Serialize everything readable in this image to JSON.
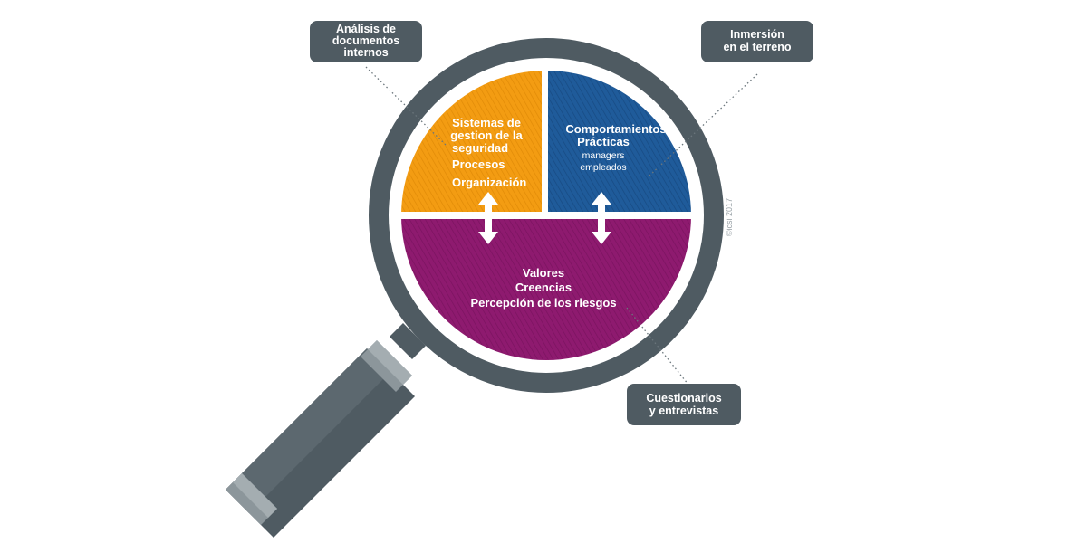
{
  "colors": {
    "frame": "#4f5b62",
    "frame_light": "#8c969b",
    "orange": "#f39c12",
    "blue": "#1f5b9a",
    "purple": "#8e1a6f",
    "callout_bg": "#4f5b62",
    "white": "#ffffff"
  },
  "callouts": {
    "documents": {
      "lines": [
        "Análisis de",
        "documentos",
        "internos"
      ]
    },
    "immersion": {
      "lines": [
        "Inmersión",
        "en el terreno"
      ]
    },
    "surveys": {
      "lines": [
        "Cuestionarios",
        "y entrevistas"
      ]
    }
  },
  "segments": {
    "systems": {
      "title_lines": [
        "Sistemas de",
        "gestion de la",
        "seguridad"
      ],
      "item_1": "Procesos",
      "item_2": "Organización"
    },
    "behaviors": {
      "title_1": "Comportamientos",
      "title_2": "Prácticas",
      "sub_1": "managers",
      "sub_2": "empleados"
    },
    "values": {
      "line_1": "Valores",
      "line_2": "Creencias",
      "line_3": "Percepción de los riesgos"
    }
  },
  "copyright": "©icsi 2017"
}
